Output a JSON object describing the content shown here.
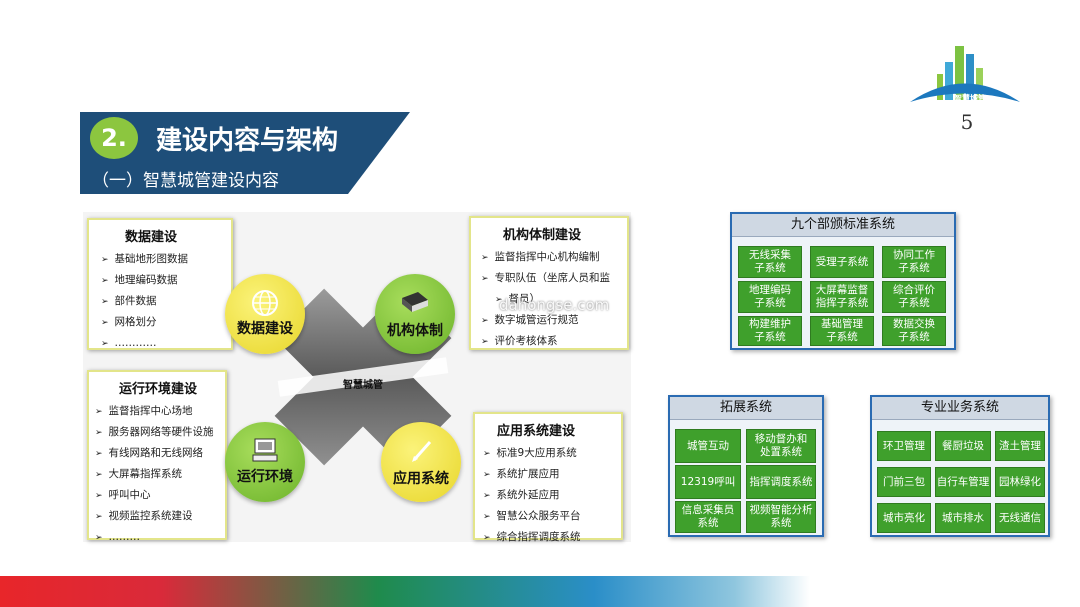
{
  "logo": {
    "text": "智慧城管"
  },
  "page_number": "5",
  "header": {
    "number": "2.",
    "title": "建设内容与架构",
    "subtitle": "（一）智慧城管建设内容"
  },
  "diagram": {
    "center": "智慧城管",
    "panels": {
      "data": {
        "title": "数据建设",
        "items": [
          "基础地形图数据",
          "地理编码数据",
          "部件数据",
          "网格划分",
          "…………"
        ]
      },
      "org": {
        "title": "机构体制建设",
        "items": [
          "监督指挥中心机构编制",
          "专职队伍（坐席人员和监",
          "督员）",
          "数字城管运行规范",
          "评价考核体系"
        ]
      },
      "env": {
        "title": "运行环境建设",
        "items": [
          "监督指挥中心场地",
          "服务器网络等硬件设施",
          "有线网路和无线网络",
          "大屏幕指挥系统",
          "呼叫中心",
          "视频监控系统建设",
          "………"
        ]
      },
      "app": {
        "title": "应用系统建设",
        "items": [
          "标准9大应用系统",
          "系统扩展应用",
          "系统外延应用",
          "智慧公众服务平台",
          "综合指挥调度系统"
        ]
      }
    },
    "circles": {
      "data": "数据建设",
      "org": "机构体制",
      "env": "运行环境",
      "app": "应用系统"
    },
    "watermark": "dahongse.com"
  },
  "nine_systems": {
    "title": "九个部颁标准系统",
    "cells": [
      "无线采集\n子系统",
      "受理子系统",
      "协同工作\n子系统",
      "地理编码\n子系统",
      "大屏幕监督\n指挥子系统",
      "综合评价\n子系统",
      "构建维护\n子系统",
      "基础管理\n子系统",
      "数据交换\n子系统"
    ]
  },
  "ext_systems": {
    "title": "拓展系统",
    "cells": [
      "城管互动",
      "移动督办和\n处置系统",
      "12319呼叫",
      "指挥调度系统",
      "信息采集员\n系统",
      "视频智能分析\n系统"
    ]
  },
  "biz_systems": {
    "title": "专业业务系统",
    "cells": [
      "环卫管理",
      "餐厨垃圾",
      "渣土管理",
      "门前三包",
      "自行车管理",
      "园林绿化",
      "城市亮化",
      "城市排水",
      "无线通信"
    ]
  }
}
